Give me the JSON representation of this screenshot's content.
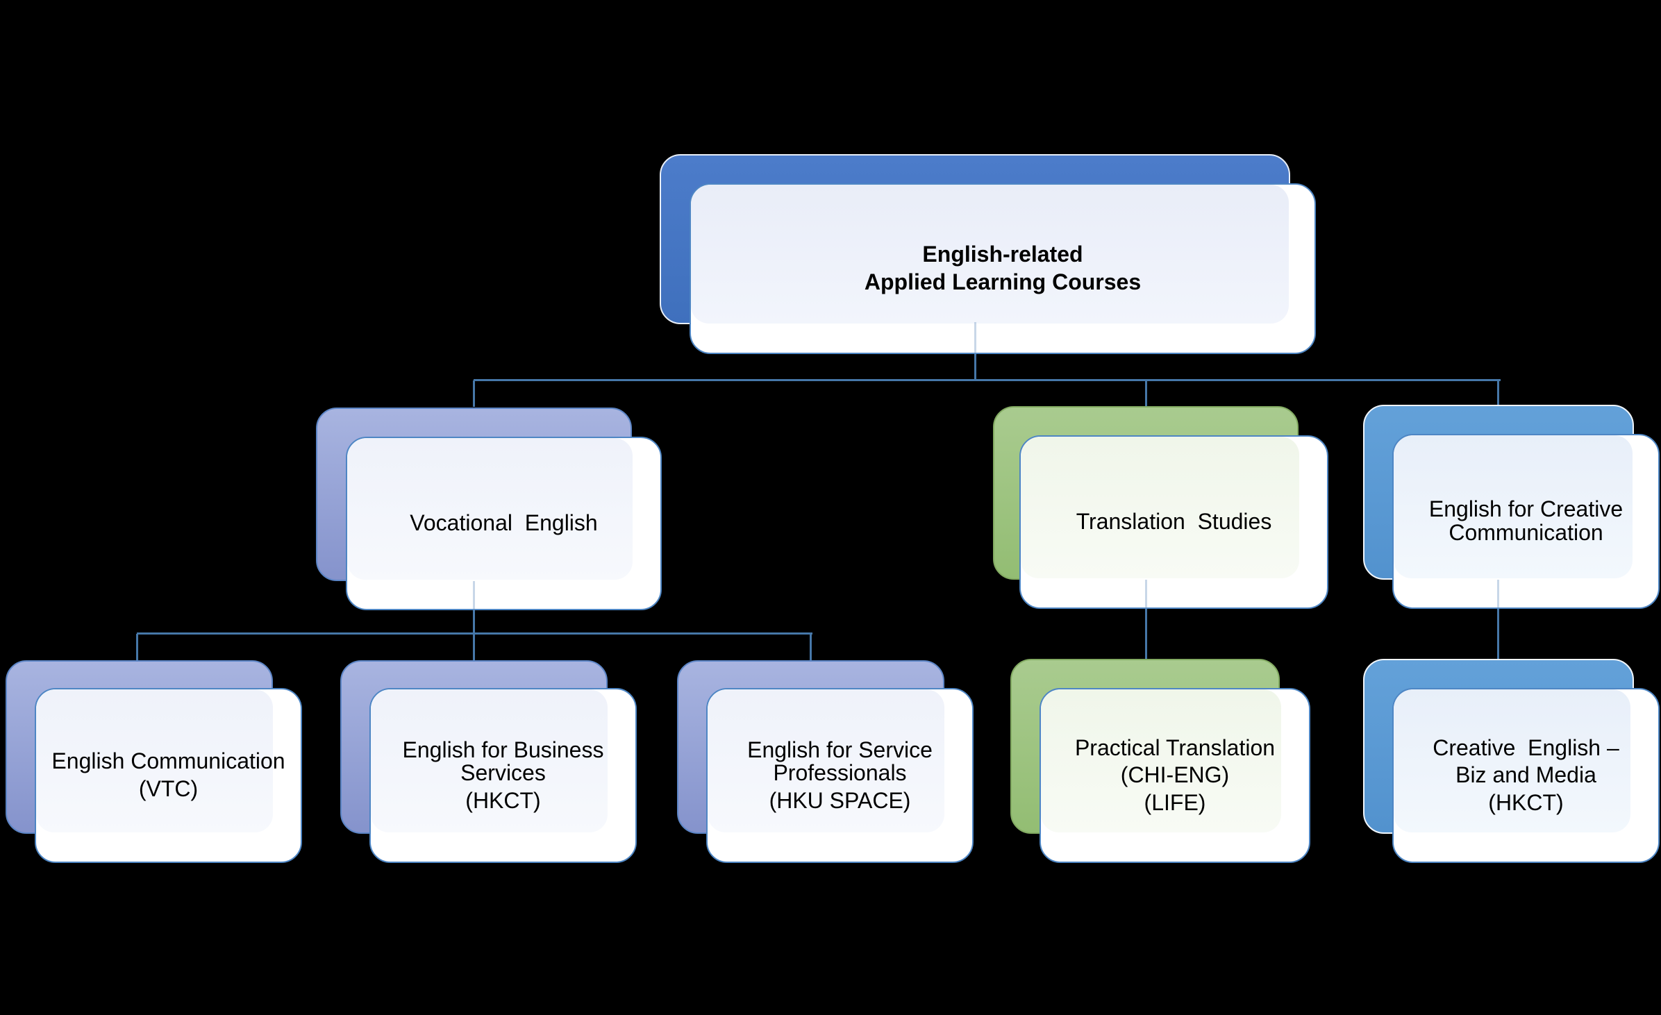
{
  "diagram": {
    "type": "hierarchy-org-chart",
    "background": "#000000"
  },
  "nodes": {
    "root": {
      "lines": [
        "English-related",
        "Applied Learning Courses"
      ],
      "theme": "root-blue"
    },
    "vocational": {
      "lines": [
        "Vocational  English"
      ],
      "theme": "periwinkle"
    },
    "translation": {
      "lines": [
        "Translation  Studies"
      ],
      "theme": "green"
    },
    "creative": {
      "lines": [
        "English for Creative Communication"
      ],
      "theme": "sky-blue"
    },
    "eng_comm": {
      "lines": [
        "English Communication",
        "(VTC)"
      ],
      "theme": "periwinkle"
    },
    "biz_services": {
      "lines": [
        "English for Business Services",
        "(HKCT)"
      ],
      "theme": "periwinkle"
    },
    "service_prof": {
      "lines": [
        "English for Service Professionals",
        "(HKU SPACE)"
      ],
      "theme": "periwinkle"
    },
    "practical_translation": {
      "lines": [
        "Practical Translation",
        "(CHI-ENG)",
        "(LIFE)"
      ],
      "theme": "green"
    },
    "creative_biz_media": {
      "lines": [
        "Creative  English –",
        "Biz and Media",
        "(HKCT)"
      ],
      "theme": "sky-blue"
    }
  },
  "structure": {
    "root": "root",
    "children": {
      "root": [
        "vocational",
        "translation",
        "creative"
      ],
      "vocational": [
        "eng_comm",
        "biz_services",
        "service_prof"
      ],
      "translation": [
        "practical_translation"
      ],
      "creative": [
        "creative_biz_media"
      ]
    }
  },
  "colors": {
    "background": "#000000",
    "connector": "#4677A8",
    "card_border": "#4E86C4",
    "root_back": "#4575C4",
    "periwinkle_back": "#9AA8D9",
    "green_back": "#9FC584",
    "sky_blue_back": "#5B9AD4",
    "root_tint": "#EBEFF9",
    "periwinkle_tint": "#F1F4FB",
    "green_tint": "#F1F7EC",
    "sky_blue_tint": "#EAF1FA",
    "text": "#000000"
  }
}
